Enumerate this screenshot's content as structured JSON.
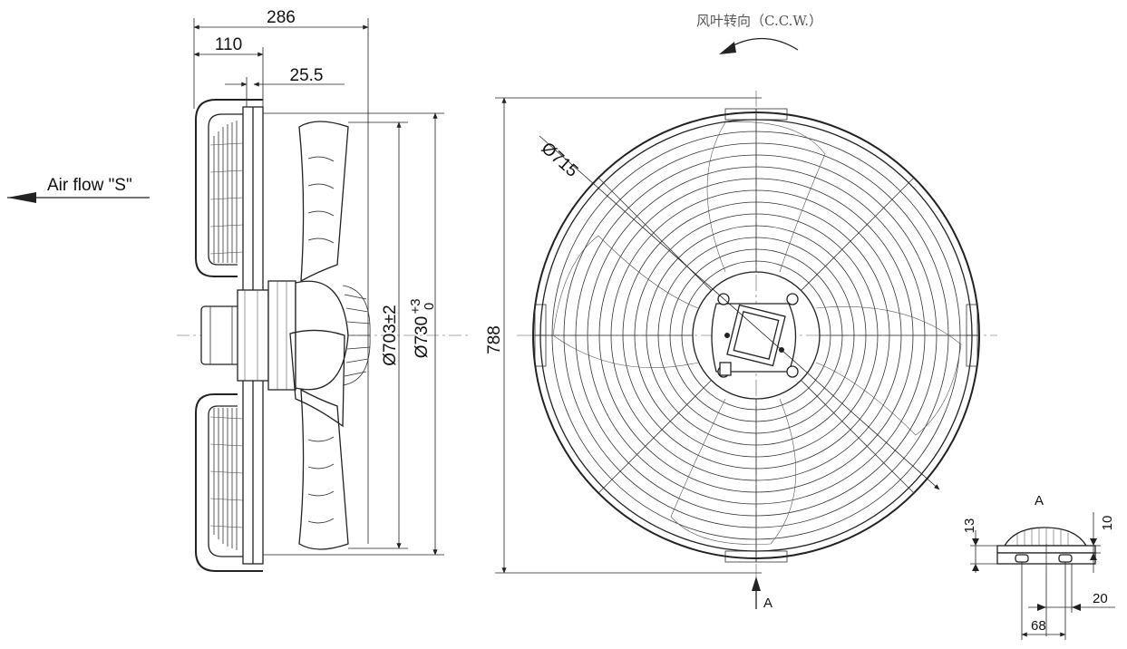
{
  "side_view": {
    "dim_overall_length": "286",
    "dim_front_depth": "110",
    "dim_flange": "25.5",
    "dim_blade_dia": "Ø703±2",
    "dim_housing_dia": "Ø730",
    "dim_housing_tol_upper": "+3",
    "dim_housing_tol_lower": "0",
    "airflow_label": "Air flow \"S\""
  },
  "front_view": {
    "rotation_label": "风叶转向（C.C.W.）",
    "dim_guard_dia": "Ø715",
    "dim_overall_height": "788",
    "section_marker": "A"
  },
  "detail_a": {
    "title": "A",
    "dim_13": "13",
    "dim_10": "10",
    "dim_20": "20",
    "dim_68": "68"
  }
}
